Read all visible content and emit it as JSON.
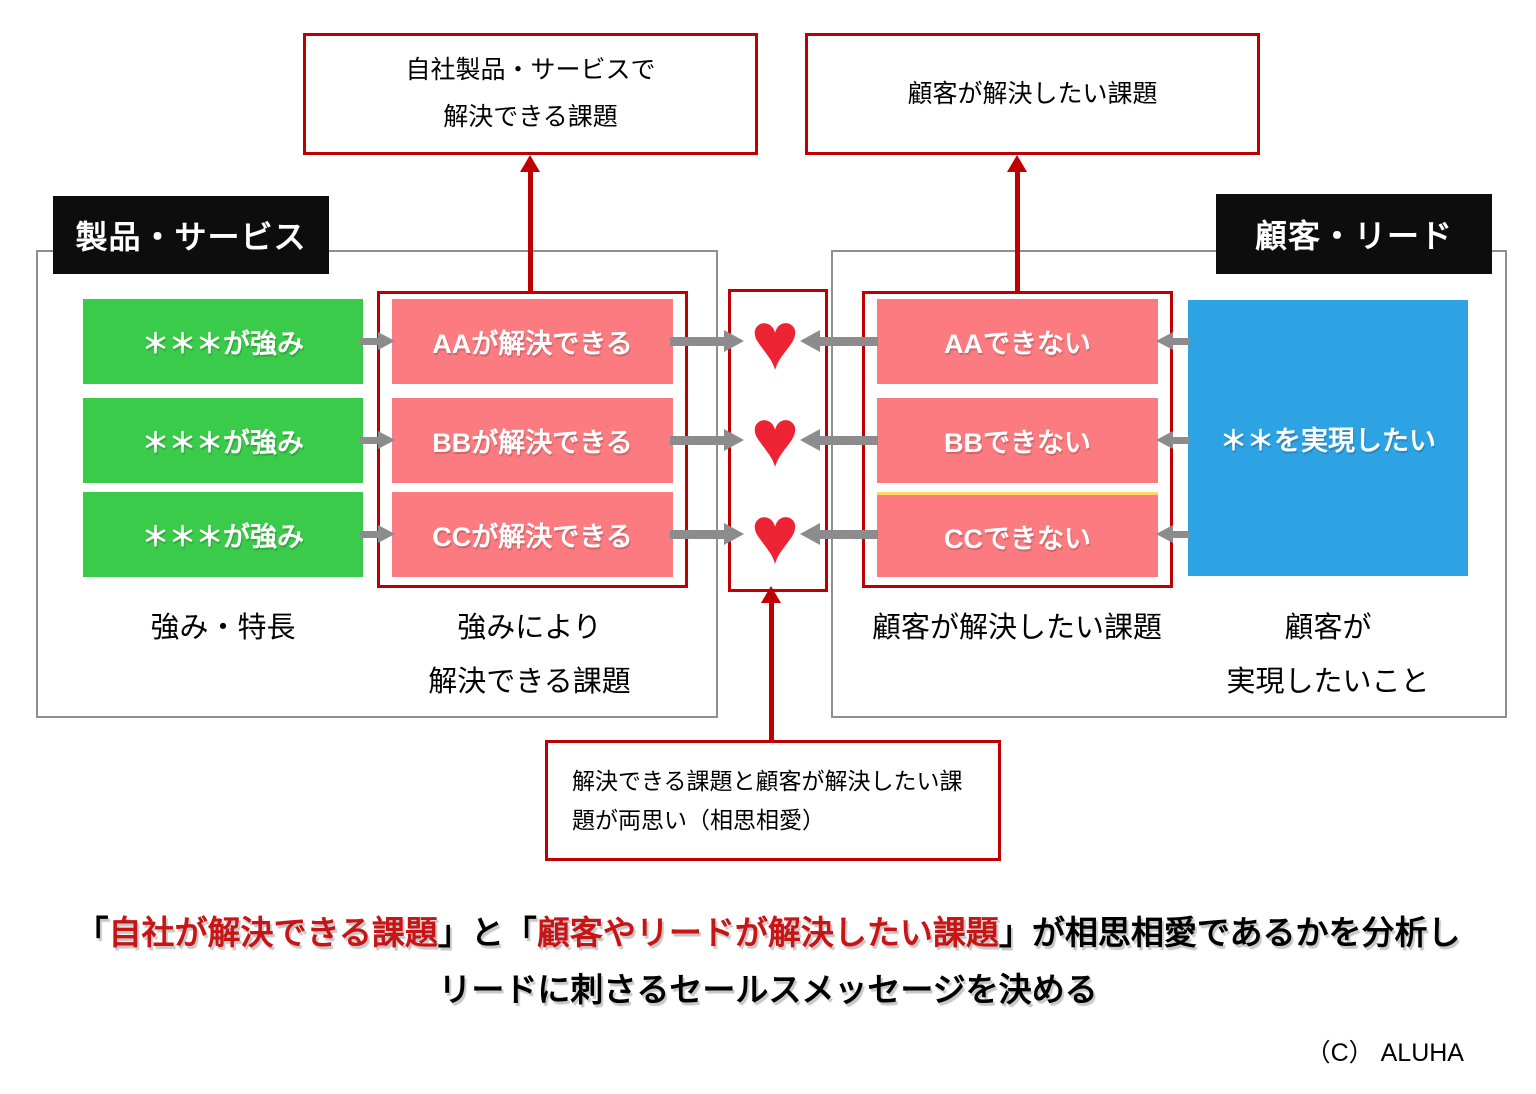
{
  "colors": {
    "panel_border": "#8F8F8F",
    "callout_border": "#C00000",
    "green_box": "#3ACB4B",
    "pink_box": "#FB7B80",
    "blue_box": "#2EA3E4",
    "heart_red": "#ED2232",
    "gray_arrow": "#8C8C8C",
    "summary_red_text": "#C81414",
    "header_bg": "#0D0D0D",
    "yellow_edge": "#FFD966"
  },
  "headers": {
    "product": "製品・サービス",
    "customer": "顧客・リード"
  },
  "callout_product": {
    "line1": "自社製品・サービスで",
    "line2": "解決できる課題"
  },
  "callout_customer": {
    "text": "顧客が解決したい課題"
  },
  "left_panel": {
    "strength_boxes": [
      "＊＊＊が強み",
      "＊＊＊が強み",
      "＊＊＊が強み"
    ],
    "solvable_boxes": [
      "AAが解決できる",
      "BBが解決できる",
      "CCが解決できる"
    ],
    "label_strengths": "強み・特長",
    "label_solvable_line1": "強みにより",
    "label_solvable_line2": "解決できる課題"
  },
  "right_panel": {
    "cannot_boxes": [
      "AAできない",
      "BBできない",
      "CCできない"
    ],
    "goal_box": "＊＊を実現したい",
    "label_cannot": "顧客が解決したい課題",
    "label_goal_line1": "顧客が",
    "label_goal_line2": "実現したいこと"
  },
  "hearts": {
    "symbol": "♥",
    "count": 3
  },
  "callout_match": {
    "line1": "解決できる課題と顧客が解決したい課",
    "line2": "題が両思い（相思相愛）"
  },
  "summary": {
    "line1_segments": [
      {
        "text": "「",
        "color": "black"
      },
      {
        "text": "自社が解決できる課題",
        "color": "red"
      },
      {
        "text": "」と「",
        "color": "black"
      },
      {
        "text": "顧客やリードが解決したい課題",
        "color": "red"
      },
      {
        "text": "」が相思相愛であるかを分析し",
        "color": "black"
      }
    ],
    "line2": "リードに刺さるセールスメッセージを決める"
  },
  "copyright": "（C）  ALUHA"
}
